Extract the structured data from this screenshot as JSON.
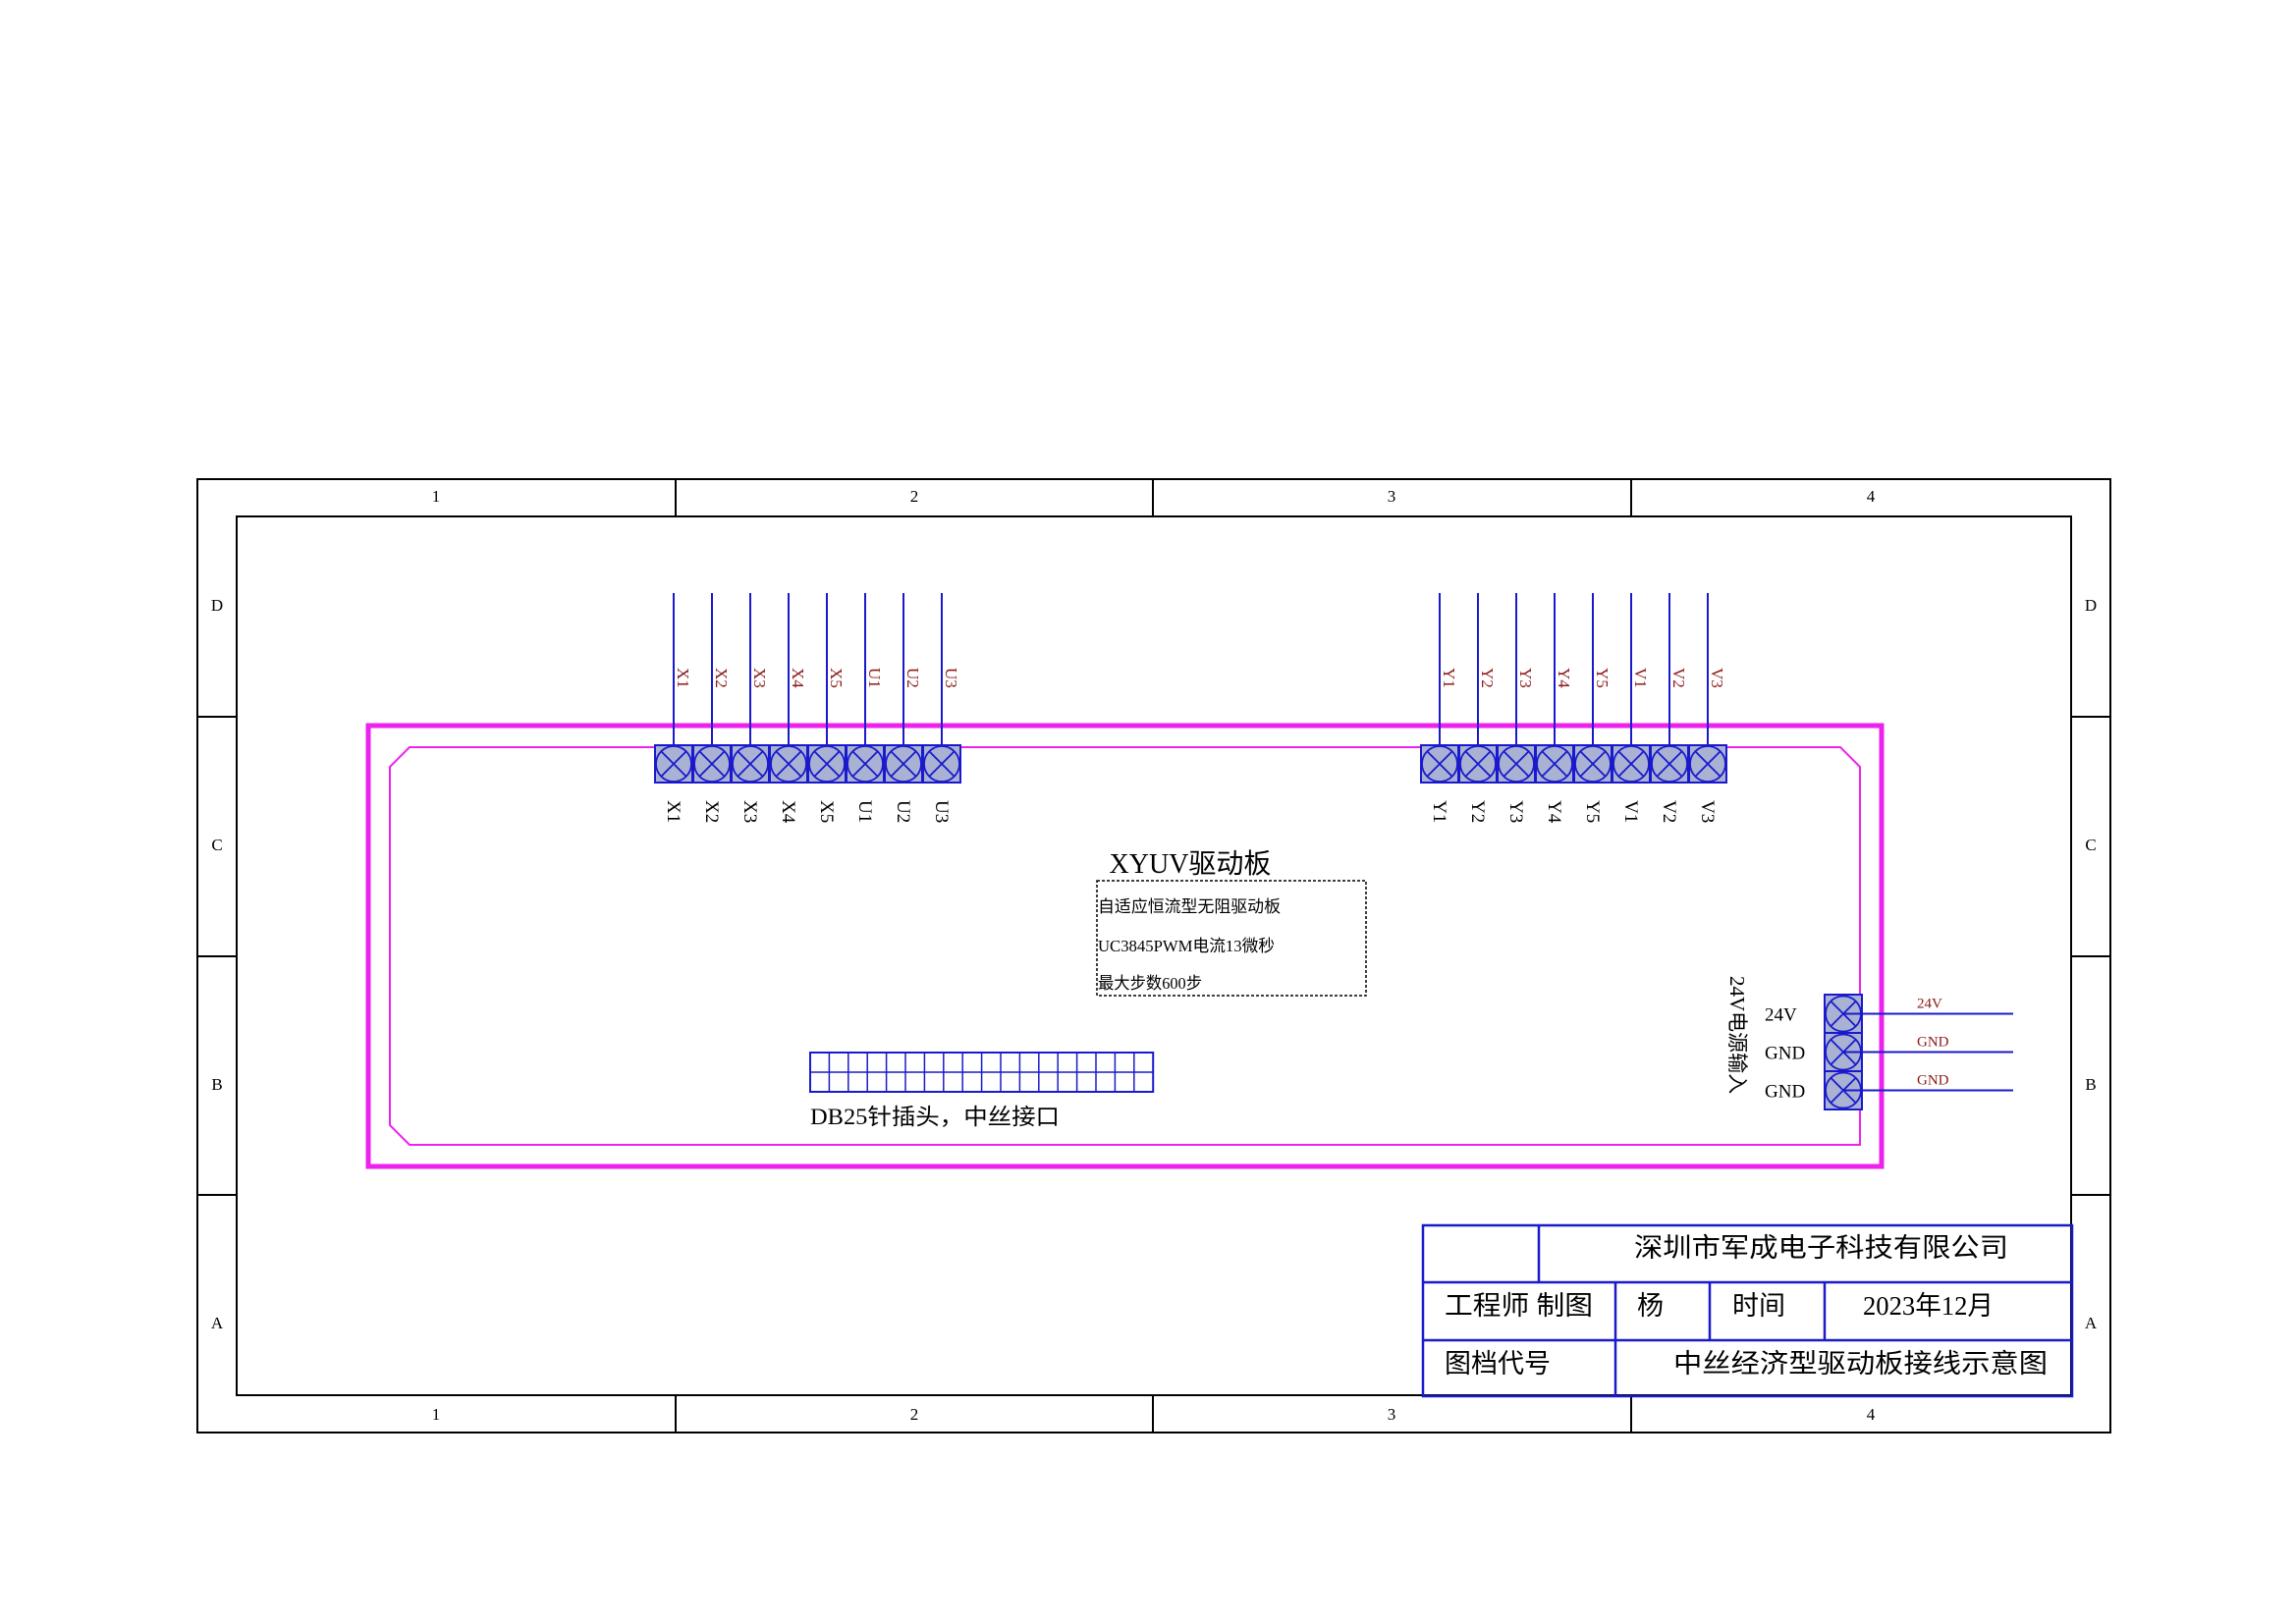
{
  "frame": {
    "columns": [
      "1",
      "2",
      "3",
      "4"
    ],
    "rows": [
      "D",
      "C",
      "B",
      "A"
    ]
  },
  "board": {
    "title": "XYUV驱动板",
    "info_lines": [
      "自适应恒流型无阻驱动板",
      "UC3845PWM电流13微秒",
      "最大步数600步"
    ],
    "db25_label": "DB25针插头，中丝接口"
  },
  "connector_left": {
    "pins": [
      "X1",
      "X2",
      "X3",
      "X4",
      "X5",
      "U1",
      "U2",
      "U3"
    ]
  },
  "connector_right": {
    "pins": [
      "Y1",
      "Y2",
      "Y3",
      "Y4",
      "Y5",
      "V1",
      "V2",
      "V3"
    ]
  },
  "power": {
    "title": "24V电源输入",
    "pins": [
      "24V",
      "GND",
      "GND"
    ],
    "wires": [
      "24V",
      "GND",
      "GND"
    ]
  },
  "title_block": {
    "company": "深圳市军成电子科技有限公司",
    "engineer_label": "工程师 制图",
    "engineer": "杨",
    "time_label": "时间",
    "date": "2023年12月",
    "doc_label": "图档代号",
    "drawing_title": "中丝经济型驱动板接线示意图"
  },
  "colors": {
    "frame": "#000000",
    "board_outline": "#ee22ee",
    "wire": "#1a1acc",
    "terminal_fill": "#a9b2d3",
    "wire_label": "#8b1a1a"
  }
}
